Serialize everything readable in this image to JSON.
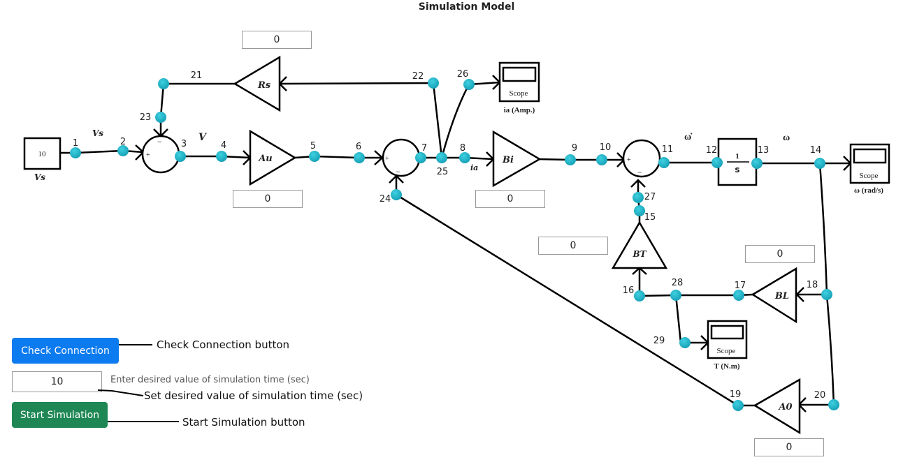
{
  "title": "Simulation Model",
  "colors": {
    "node": "#17a2b8",
    "check_button": "#0d7bf0",
    "start_button": "#1e8754"
  },
  "source": {
    "value": "10",
    "label": "Vs"
  },
  "signals": {
    "vs": "Vs",
    "v": "V",
    "ia": "ia",
    "omega_dot": "ω̇",
    "omega": "ω"
  },
  "blocks": {
    "rs": {
      "label": "Rs",
      "value": "0"
    },
    "au": {
      "label": "Au",
      "value": "0"
    },
    "bi": {
      "label": "Bi",
      "value": "0"
    },
    "bt": {
      "label": "BT",
      "value": "0"
    },
    "bl": {
      "label": "BL",
      "value": "0"
    },
    "a0": {
      "label": "A0",
      "value": "0"
    },
    "integrator": {
      "numerator": "1",
      "denominator": "s"
    }
  },
  "sum_signs": {
    "plus": "+",
    "minus": "−"
  },
  "scopes": [
    {
      "text": "Scope",
      "caption": "ia (Amp.)"
    },
    {
      "text": "Scope",
      "caption": "ω (rad/s)"
    },
    {
      "text": "Scope",
      "caption": "T (N.m)"
    }
  ],
  "nodes": [
    "1",
    "2",
    "3",
    "4",
    "5",
    "6",
    "7",
    "8",
    "9",
    "10",
    "11",
    "12",
    "13",
    "14",
    "15",
    "16",
    "17",
    "18",
    "19",
    "20",
    "21",
    "22",
    "23",
    "24",
    "25",
    "26",
    "27",
    "28",
    "29"
  ],
  "controls": {
    "check_connection_label": "Check Connection",
    "check_connection_annotation": "Check Connection button",
    "sim_time_value": "10",
    "sim_time_hint": "Enter desired value of simulation time (sec)",
    "sim_time_annotation": "Set desired value of simulation time (sec)",
    "start_simulation_label": "Start Simulation",
    "start_simulation_annotation": "Start Simulation button"
  }
}
